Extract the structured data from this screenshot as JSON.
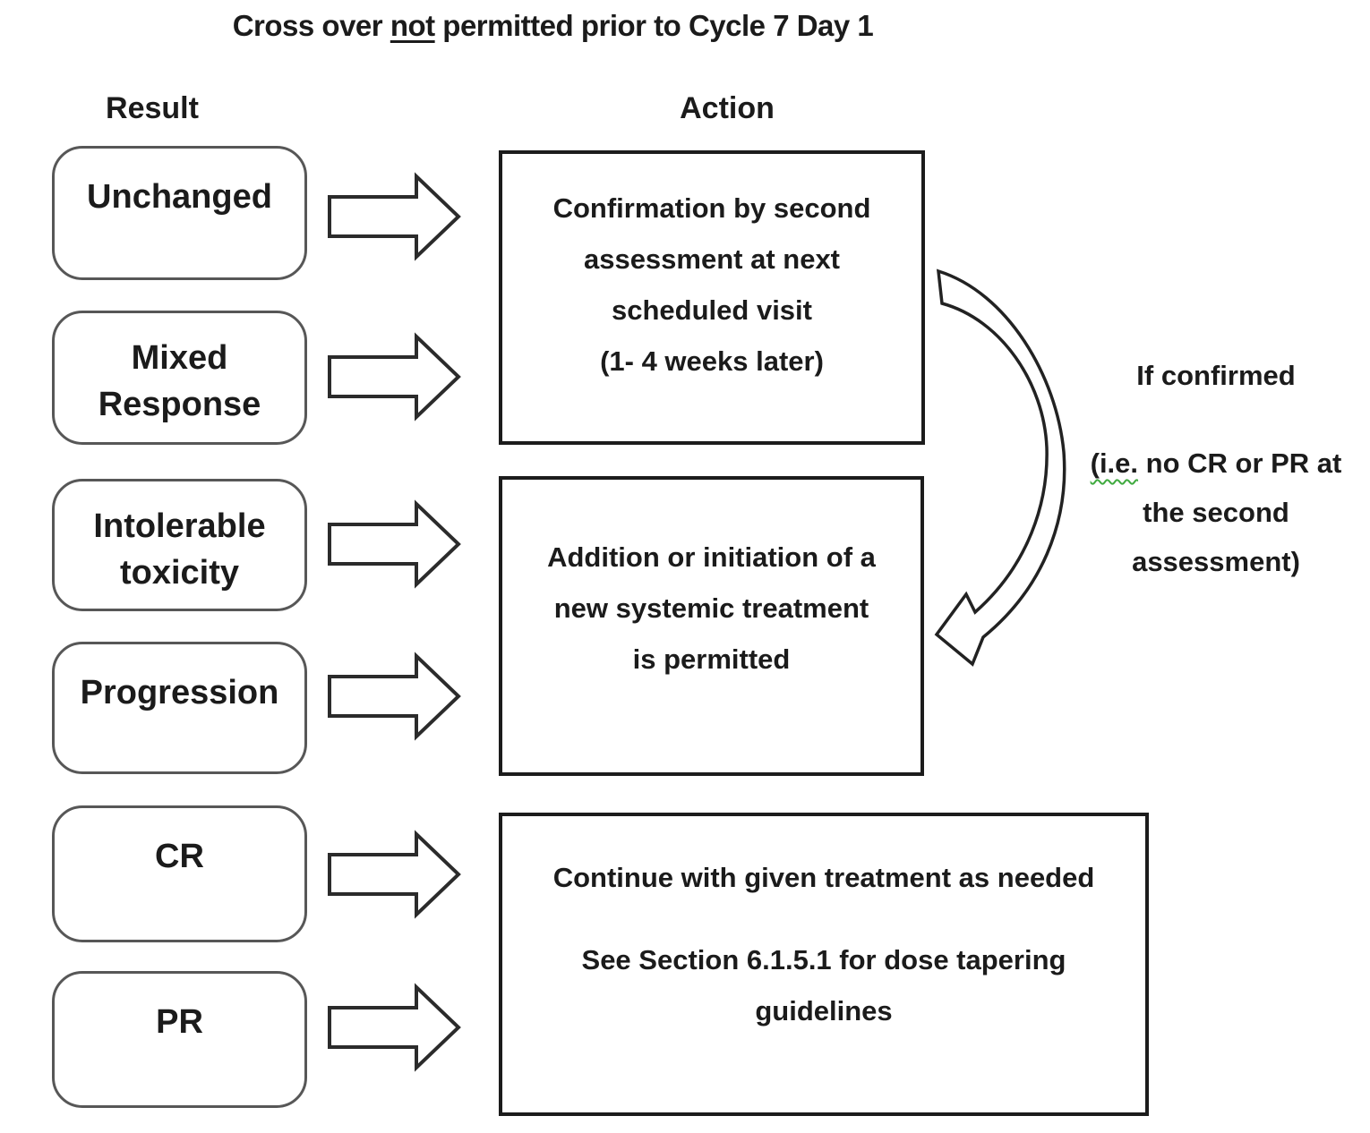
{
  "figure": {
    "title": {
      "pre": "Cross over ",
      "emph": "not",
      "post": " permitted prior to Cycle 7 Day 1"
    },
    "column_headers": {
      "result": "Result",
      "action": "Action"
    },
    "results": [
      {
        "id": "unchanged",
        "lines": [
          "Unchanged"
        ]
      },
      {
        "id": "mixed-response",
        "lines": [
          "Mixed",
          "Response"
        ]
      },
      {
        "id": "intolerable-toxicity",
        "lines": [
          "Intolerable",
          "toxicity"
        ]
      },
      {
        "id": "progression",
        "lines": [
          "Progression"
        ]
      },
      {
        "id": "cr",
        "lines": [
          "CR"
        ]
      },
      {
        "id": "pr",
        "lines": [
          "PR"
        ]
      }
    ],
    "actions": [
      {
        "id": "confirmation",
        "lines": [
          "Confirmation by second",
          "assessment at next",
          "scheduled visit",
          "(1- 4 weeks later)"
        ]
      },
      {
        "id": "new-systemic-treatment",
        "lines": [
          "Addition or initiation of a",
          "new systemic treatment",
          "is permitted"
        ]
      },
      {
        "id": "continue-treatment",
        "lines": [
          "Continue with given treatment as needed",
          "See Section 6.1.5.1 for dose tapering",
          "guidelines"
        ]
      }
    ],
    "annotation": {
      "line1": "If confirmed",
      "l2_ie": "(i.e.",
      "l2_rest": " no CR or PR at",
      "l3": "the second",
      "l4": "assessment)"
    },
    "colors": {
      "text": "#1b1b1b",
      "result_box_border": "#575757",
      "action_box_border": "#1c1c1c",
      "arrow_outline": "#2b2b2b",
      "squiggle": "#3faa3f"
    }
  }
}
